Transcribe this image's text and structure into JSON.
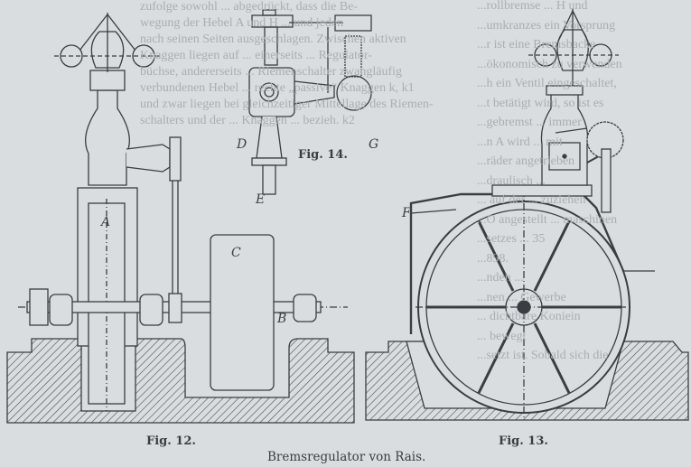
{
  "background_text": {
    "left_column": [
      "zufolge sowohl ... abgedrückt, dass die Be-",
      "wegung der Hebel A und H ... und jeden",
      "nach seinen Seiten ausgeschlagen. Zwischen aktiven",
      "Knaggen liegen auf ... einerseits ... Regulator-",
      "büchse, andererseits ... Riemenschalter zwangläufig",
      "verbundenen Hebel ... rechte „passive“ Knaggen k, k1",
      "und zwar liegen bei gleichzeitiger Mittellage des Riemen-",
      "schalters und der ... Knaggen ... bezieh. k2"
    ],
    "right_column": [
      "...rollbremse ... H und",
      "...umkranzes ein Vorsprung",
      "...r ist eine Bremsbacke",
      "...ökonomisch zu verwenden",
      "...h ein Ventil eingeschaltet,",
      "...t betätigt wird, so ist es",
      "...gebremst ... immer",
      "...n A wird ... mit",
      "...räder angetrieben",
      "...draulisch ...",
      "... auf der ... zuziehen",
      "...O angestellt ... maschinen",
      "...setzes ... 35",
      "...898.",
      "...nden ...",
      "...nen ... Gewerbe",
      "... dichtbare Koniein",
      "... bewegt",
      "...setzt ist. Sobald sich die"
    ]
  },
  "figures": {
    "fig12": {
      "caption": "Fig. 12.",
      "labels": {
        "A": "A",
        "C": "C",
        "B": "B"
      }
    },
    "fig13": {
      "caption": "Fig. 13.",
      "labels": {
        "F": "F"
      }
    },
    "fig14": {
      "caption": "Fig. 14.",
      "labels": {
        "D": "D",
        "G": "G",
        "E": "E"
      }
    }
  },
  "title": "Bremsregulator von Rais.",
  "colors": {
    "paper": "#d9dde0",
    "ink": "#3a3d42",
    "bleed": "#b3b8bd"
  }
}
